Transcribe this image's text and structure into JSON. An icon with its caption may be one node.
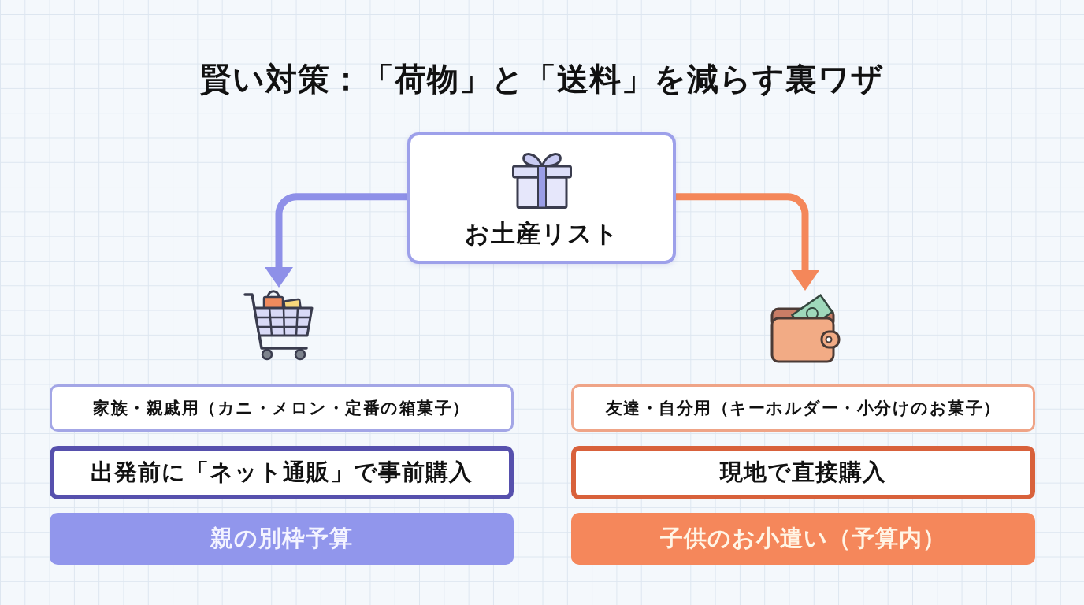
{
  "diagram": {
    "title": "賢い対策：「荷物」と「送料」を減らす裏ワザ",
    "nodes": [
      {
        "text": [
          "お土産リスト"
        ]
      },
      {
        "text": [],
        "shape": "picture"
      },
      {
        "text": [
          "家族・親戚用（カニ・メロン・定番の箱菓子）"
        ]
      },
      {
        "text": [
          "出発前に「ネット通販」で事前購入"
        ]
      },
      {
        "text": [
          "親の別枠予算"
        ]
      },
      {
        "text": [],
        "shape": "picture"
      },
      {
        "text": [
          "友達・自分用（キーホルダー・小分けのお菓子）"
        ]
      },
      {
        "text": [
          "現地で直接購入"
        ]
      },
      {
        "text": [
          "子供のお小遣い（予算内）"
        ]
      }
    ],
    "edges": [
      {
        "from": 0,
        "to": 1,
        "arrow": "to",
        "color": "#8e90e8"
      },
      {
        "from": 0,
        "to": 5,
        "arrow": "to",
        "color": "#f4875a"
      }
    ]
  }
}
